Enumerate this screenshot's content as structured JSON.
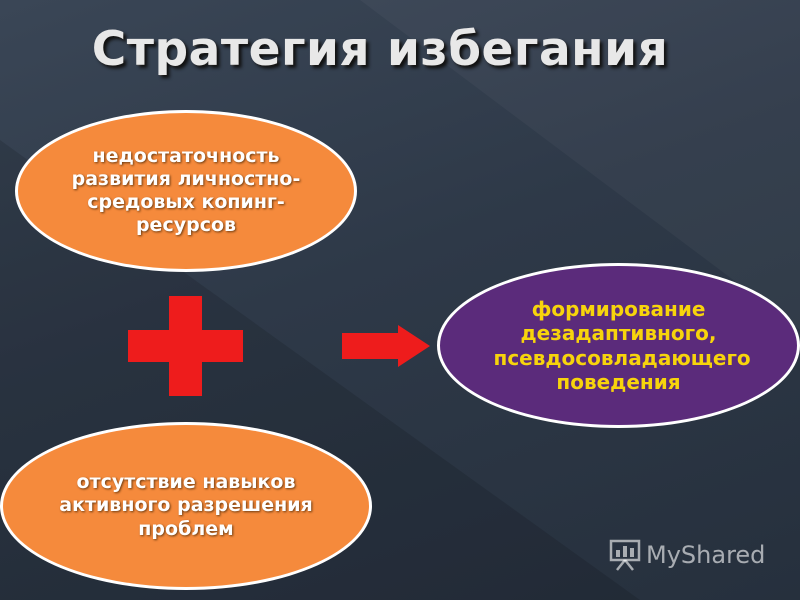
{
  "slide": {
    "title": "Стратегия избегания"
  },
  "nodes": {
    "cause_1": "недостаточность развития личностно-средовых копинг-ресурсов",
    "cause_2": "отсутствие навыков активного разрешения проблем",
    "result": "формирование дезадаптивного, псевдосовладающего поведения"
  },
  "colors": {
    "cause_fill": "#f58a3c",
    "result_fill": "#5b2b7b",
    "result_text": "#f7d40c",
    "symbol_red": "#ee1c1c"
  },
  "watermark": {
    "text": "MyShared",
    "icon": "presentation-board-icon"
  }
}
